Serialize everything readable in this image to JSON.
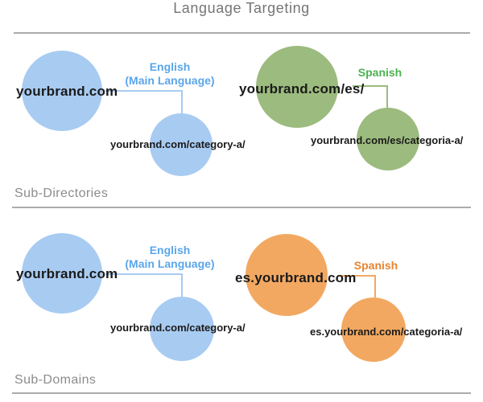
{
  "title": "Language Targeting",
  "colors": {
    "blue_fill": "#a8cbf1",
    "blue_text": "#5ba6ea",
    "green_fill": "#9cbb7e",
    "green_text": "#4bb250",
    "orange_fill": "#f2a861",
    "orange_text": "#e8842f",
    "title_text": "#757575",
    "section_text": "#8c8c8c",
    "divider": "#ababab",
    "domain_text": "#1a1a1a"
  },
  "sections": [
    {
      "label": "Sub-Directories",
      "english": {
        "domain": "yourbrand.com",
        "language_line1": "English",
        "language_line2": "(Main Language)",
        "subpage": "yourbrand.com/category-a/"
      },
      "spanish": {
        "domain": "yourbrand.com/es/",
        "language": "Spanish",
        "subpage": "yourbrand.com/es/categoria-a/"
      }
    },
    {
      "label": "Sub-Domains",
      "english": {
        "domain": "yourbrand.com",
        "language_line1": "English",
        "language_line2": "(Main Language)",
        "subpage": "yourbrand.com/category-a/"
      },
      "spanish": {
        "domain": "es.yourbrand.com",
        "language": "Spanish",
        "subpage": "es.yourbrand.com/categoria-a/"
      }
    }
  ]
}
